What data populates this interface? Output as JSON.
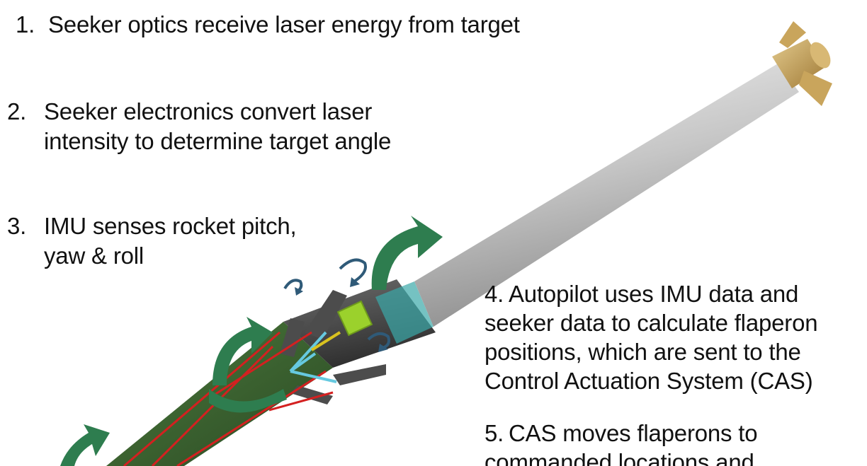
{
  "steps": [
    {
      "number": "1.",
      "lines": [
        "Seeker optics receive laser energy from target"
      ]
    },
    {
      "number": "2.",
      "lines": [
        "Seeker electronics convert laser",
        "intensity to determine target angle"
      ]
    },
    {
      "number": "3.",
      "lines": [
        "IMU senses rocket pitch,",
        "yaw & roll"
      ]
    },
    {
      "number": "4.",
      "lines": [
        "Autopilot uses IMU data and",
        "seeker data to calculate flaperon",
        "positions, which are sent to the",
        "Control Actuation System (CAS)"
      ]
    },
    {
      "number": "5.",
      "lines": [
        "CAS moves flaperons to",
        "commanded locations and"
      ]
    }
  ],
  "colors": {
    "text": "#111111",
    "rocket_body": "#c9c9c9",
    "rocket_dark": "#4a4a4a",
    "tip": "#c8a45a",
    "motion_arrows": "#2e7d4f",
    "imu_arrows": "#2f5a78",
    "laser_rays": "#d42020",
    "imu_block": "#9bd12c",
    "axis_arrows": "#66c9e0"
  },
  "icons": [
    "rotation-arrow-icon",
    "laser-ray-icon",
    "imu-block-icon"
  ]
}
